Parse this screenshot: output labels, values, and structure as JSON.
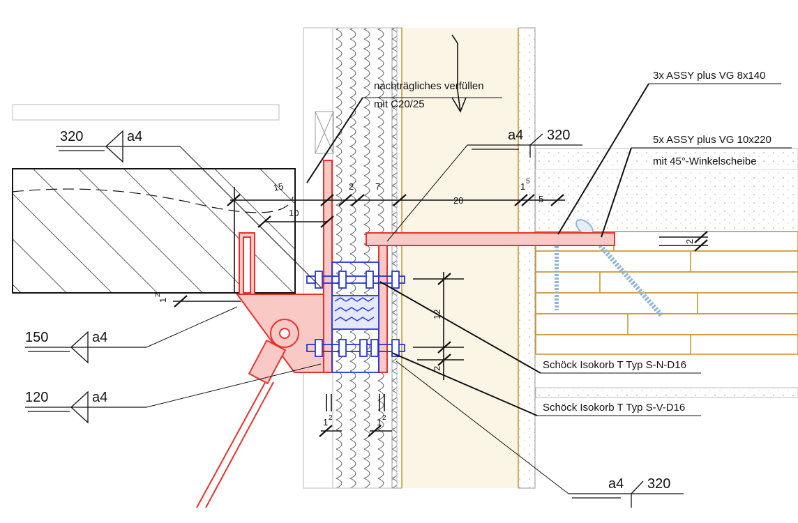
{
  "colors": {
    "steel": "#e8302b",
    "steel_fill": "#f9c9c6",
    "connector": "#2435d8",
    "timber": "#c9962e",
    "screw": "#8fb6d8",
    "ink": "#111111",
    "wall_fill": "#fbf5e6"
  },
  "annotations": {
    "fill_note_line1": "nachträgliches verfüllen",
    "fill_note_line2": "mit C20/25",
    "screw_note_1": "3x ASSY plus VG 8x140",
    "screw_note_2_line1": "5x ASSY plus VG 10x220",
    "screw_note_2_line2": "mit 45°-Winkelscheibe",
    "isokorb_1": "Schöck Isokorb T Typ S-N-D16",
    "isokorb_2": "Schöck Isokorb T Typ S-V-D16"
  },
  "welds": {
    "top_left": {
      "length": "320",
      "throat": "a4"
    },
    "mid_left": {
      "length": "150",
      "throat": "a4"
    },
    "low_left": {
      "length": "120",
      "throat": "a4"
    },
    "top_right": {
      "length": "320",
      "throat": "a4"
    },
    "bottom_right": {
      "length": "320",
      "throat": "a4"
    }
  },
  "dimensions": {
    "d15": "15",
    "d10": "10",
    "d2": "2",
    "d7": "7",
    "d20": "20",
    "d1_5_base": "1",
    "d1_5_sup": "5",
    "d5": "5",
    "d2_right": "2",
    "d1_2_left_base": "1",
    "d1_2_left_sup": "2",
    "d12": "12",
    "d2_lower": "2",
    "d1_2_bottom_a_base": "1",
    "d1_2_bottom_a_sup": "2",
    "d1_2_bottom_b_base": "1",
    "d1_2_bottom_b_sup": "2"
  },
  "axis_mark": "1"
}
